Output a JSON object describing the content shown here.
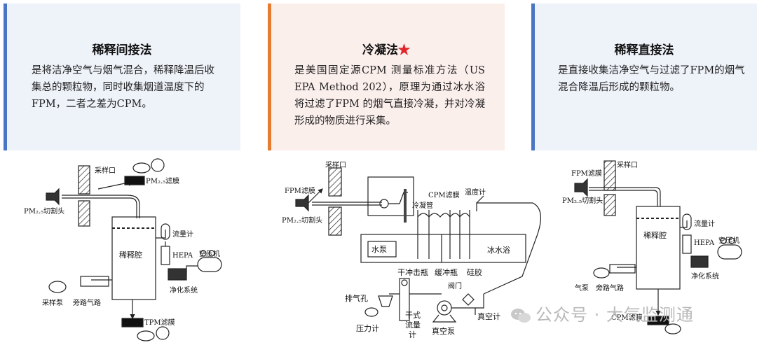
{
  "panels": [
    {
      "title": "稀释间接法",
      "desc": "是将洁净空气与烟气混合，稀释降温后收集总的颗粒物，同时收集烟道温度下的FPM，二者之差为CPM。"
    },
    {
      "title": "冷凝法",
      "title_mark": "★",
      "desc": "是美国固定源CPM 测量标准方法（US EPA Method 202），原理为通过冰水浴将过滤了FPM 的烟气直接冷凝，并对冷凝形成的物质进行采集。"
    },
    {
      "title": "稀释直接法",
      "desc": "是直接收集洁净空气与过滤了FPM的烟气混合降温后形成的颗粒物。"
    }
  ],
  "diagram1": {
    "sampling_port": "采样口",
    "pm25_filter": "PM₂.₅滤膜",
    "pm25_head": "PM₂.₅切割头",
    "chamber": "稀释腔",
    "flowmeter": "流量计",
    "hepa": "HEPA",
    "compressor": "空压机",
    "purifier": "净化系统",
    "pump": "采样泵",
    "bypass": "旁路气路",
    "tpm_filter": "TPM滤膜"
  },
  "diagram2": {
    "sampling_port": "采样口",
    "fpm_filter": "FPM滤膜",
    "pm25_head": "PM₂.₅切割头",
    "cpm_filter": "CPM滤膜",
    "thermometer": "温度计",
    "condenser": "冷凝管",
    "water_pump": "水泵",
    "ice_bath": "冰水浴",
    "dry_impinger": "干冲击瓶",
    "buffer_bottle": "缓冲瓶",
    "silica": "硅胶",
    "exhaust": "排气孔",
    "valve": "阀门",
    "pressure_gauge": "压力计",
    "dry_flowmeter_1": "干式",
    "dry_flowmeter_2": "流量",
    "dry_flowmeter_3": "计",
    "vacuum_pump": "真空泵",
    "vacuum_gauge": "真空计"
  },
  "diagram3": {
    "fpm_filter": "FPM滤膜",
    "sampling_port": "采样口",
    "pm25_head": "PM₂.₅切割头",
    "chamber": "稀释腔",
    "flowmeter": "流量计",
    "hepa": "HEPA",
    "compressor": "空压机",
    "purifier": "净化系统",
    "pump": "气泵",
    "bypass": "旁路气路",
    "cpm_filter": "CPM滤膜"
  },
  "watermark": "公众号 · 大气监测通"
}
